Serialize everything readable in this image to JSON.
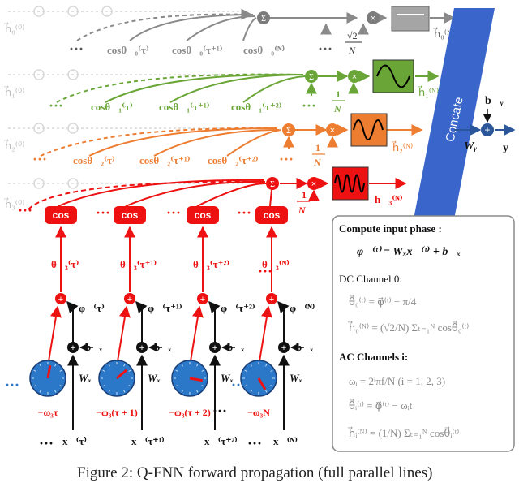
{
  "colors": {
    "gray": "#8a8a8a",
    "light": "#d0d0d0",
    "green": "#6aa637",
    "orange": "#ed7d31",
    "red": "#ee1111",
    "blue": "#3a66cc",
    "dark_blue": "#2b579a",
    "black": "#111111"
  },
  "channels": [
    {
      "h0": "h⃗₀⁽⁰⁾",
      "cos_labels": [
        "cosθ⃗₀⁽τ⁾",
        "cosθ⃗₀⁽τ⁺¹⁾",
        "cosθ⃗₀⁽ᴺ⁾"
      ],
      "scale": [
        "√2",
        "N"
      ],
      "out": "h⃗₀⁽ᴺ⁾",
      "dots": "···"
    },
    {
      "h0": "h⃗₁⁽⁰⁾",
      "cos_labels": [
        "cosθ⃗₁⁽τ⁾",
        "cosθ⃗₁⁽τ⁺¹⁾",
        "cosθ⃗₁⁽τ⁺²⁾"
      ],
      "scale": [
        "1",
        "N"
      ],
      "out": "h⃗₁⁽ᴺ⁾",
      "dots": "···"
    },
    {
      "h0": "h⃗₂⁽⁰⁾",
      "cos_labels": [
        "cosθ⃗₂⁽τ⁾",
        "cosθ⃗₂⁽τ⁺¹⁾",
        "cosθ⃗₂⁽τ⁺²⁾"
      ],
      "scale": [
        "1",
        "N"
      ],
      "out": "h⃗₂⁽ᴺ⁾",
      "dots": "···"
    },
    {
      "h0": "h⃗₃⁽⁰⁾",
      "scale": [
        "1",
        "N"
      ],
      "out": "h⃗₃⁽ᴺ⁾",
      "dots": "···"
    }
  ],
  "concat_label": "Concate",
  "bias_y": "b⃗ᵧ",
  "weight_y": "Wᵧ",
  "output_y": "y⃗",
  "columns": [
    {
      "theta": "θ⃗₃⁽τ⁾",
      "phi": "φ⃗⁽τ⁾",
      "omega": "−ω₃τ",
      "x": "x⃗⁽τ⁾"
    },
    {
      "theta": "θ⃗₃⁽τ⁺¹⁾",
      "phi": "φ⃗⁽τ⁺¹⁾",
      "omega": "−ω₃(τ + 1)",
      "x": "x⃗⁽τ⁺¹⁾"
    },
    {
      "theta": "θ⃗₃⁽τ⁺²⁾",
      "phi": "φ⃗⁽τ⁺²⁾",
      "omega": "−ω₃(τ + 2)",
      "x": "x⃗⁽τ⁺²⁾"
    },
    {
      "theta": "θ⃗₃⁽ᴺ⁾",
      "phi": "φ⃗⁽ᴺ⁾",
      "omega": "−ω₃N",
      "x": "x⃗⁽ᴺ⁾"
    }
  ],
  "cos_text": "cos",
  "bias_x": "b⃗ₓ",
  "weight_x": "Wₓ",
  "ellipsis": "···",
  "sum_sym": "Σ",
  "mul_sym": "×",
  "plus_sym": "+",
  "box": {
    "title": "Compute input phase :",
    "eq_phase": "φ⃗⁽ᵗ⁾ = Wₓx⃗⁽ᵗ⁾ + b⃗ₓ",
    "dc_title": "DC Channel 0:",
    "dc_eq1": "θ⃗₀⁽ᵗ⁾ = φ⃗⁽ᵗ⁾ − π/4",
    "dc_eq2": "h⃗₀⁽ᴺ⁾ = (√2/N) Σₜ₌₁ᴺ cosθ⃗₀⁽ᵗ⁾",
    "ac_title": "AC Channels i:",
    "ac_eq1": "ωᵢ = 2ⁱπf/N (i = 1, 2, 3)",
    "ac_eq2": "θ⃗ᵢ⁽ᵗ⁾ = φ⃗⁽ᵗ⁾ − ωᵢt",
    "ac_eq3": "h⃗ᵢ⁽ᴺ⁾ = (1/N) Σₜ₌₁ᴺ cosθ⃗ᵢ⁽ᵗ⁾"
  },
  "caption": "Figure 2: Q-FNN forward propagation (full parallel lines)"
}
